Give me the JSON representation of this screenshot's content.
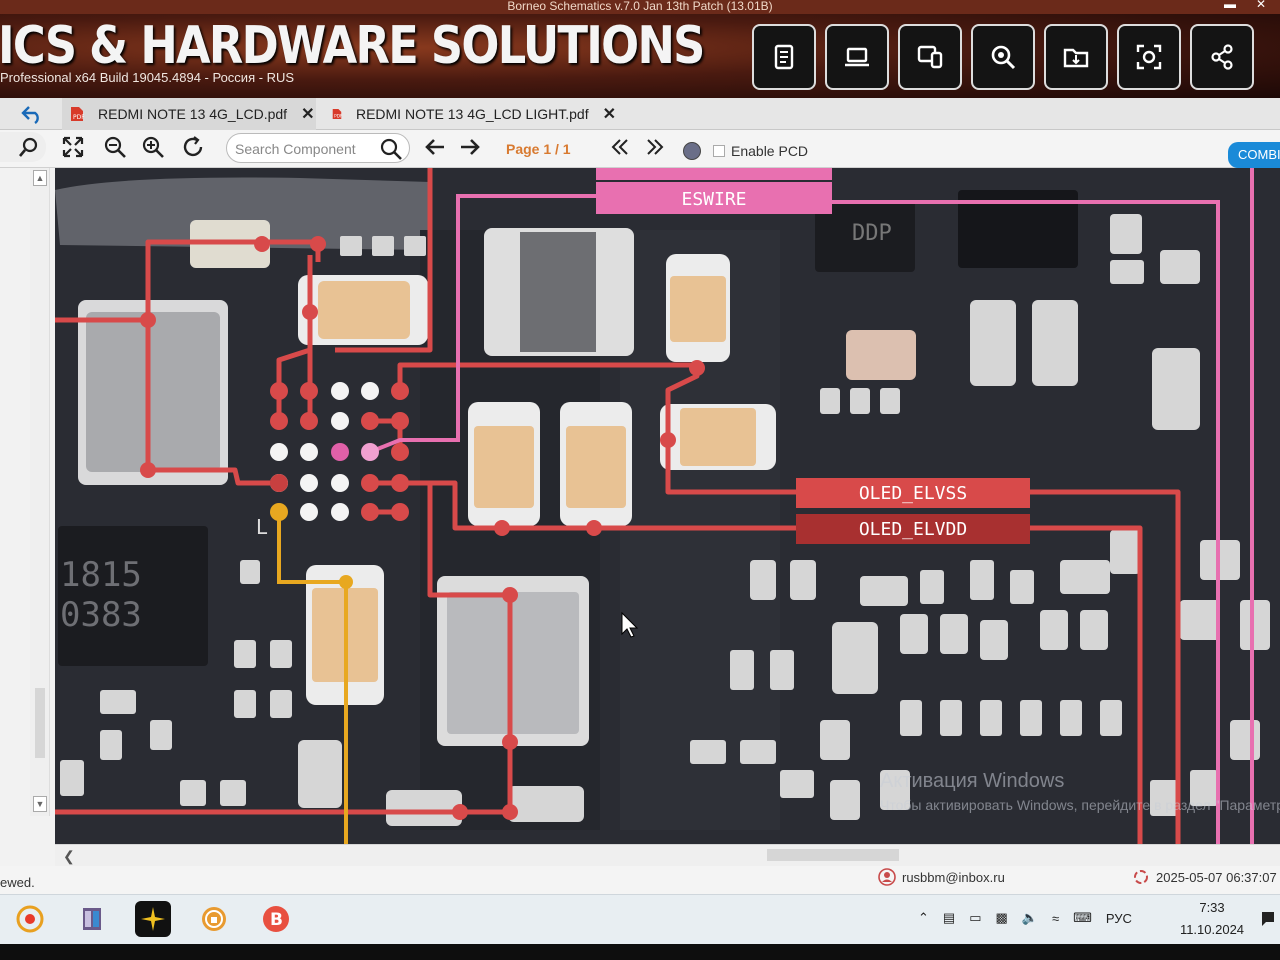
{
  "window": {
    "title": "Borneo Schematics v.7.0 Jan 13th Patch (13.01B)"
  },
  "banner": {
    "brand": "ICS & HARDWARE SOLUTIONS",
    "subtitle": "Professional x64 Build 19045.4894 - Россия - RUS",
    "buttons": [
      "document-list-icon",
      "laptop-icon",
      "devices-icon",
      "zoom-search-icon",
      "folder-icon",
      "scan-icon",
      "share-icon"
    ]
  },
  "tabs": [
    {
      "label": "REDMI NOTE 13 4G_LCD.pdf"
    },
    {
      "label": "REDMI NOTE 13 4G_LCD LIGHT.pdf"
    }
  ],
  "toolbar": {
    "search_placeholder": "Search Component",
    "page_label": "Page 1 / 1",
    "enable_pcd_label": "Enable PCD",
    "combi_label": "COMBI"
  },
  "board": {
    "net_labels": [
      "ESWIRE",
      "OLED_ELVSS",
      "OLED_ELVDD"
    ],
    "chip_text": "DDP",
    "ic_marking": [
      "1815",
      "0383"
    ]
  },
  "watermark": {
    "line1": "Активация Windows",
    "line2": "Чтобы активировать Windows, перейдите в раздел \"Параметры\"."
  },
  "status": {
    "viewed": "ewed.",
    "user": "rusbbm@inbox.ru",
    "datetime": "2025-05-07 06:37:07"
  },
  "taskbar": {
    "lang": "РУС",
    "time": "7:33",
    "date": "11.10.2024"
  },
  "colors": {
    "accent_blue": "#1a8ad8",
    "page_orange": "#d87a30",
    "net_red": "#d84a4a",
    "net_pink": "#e870b0",
    "net_yellow": "#e8a820"
  }
}
